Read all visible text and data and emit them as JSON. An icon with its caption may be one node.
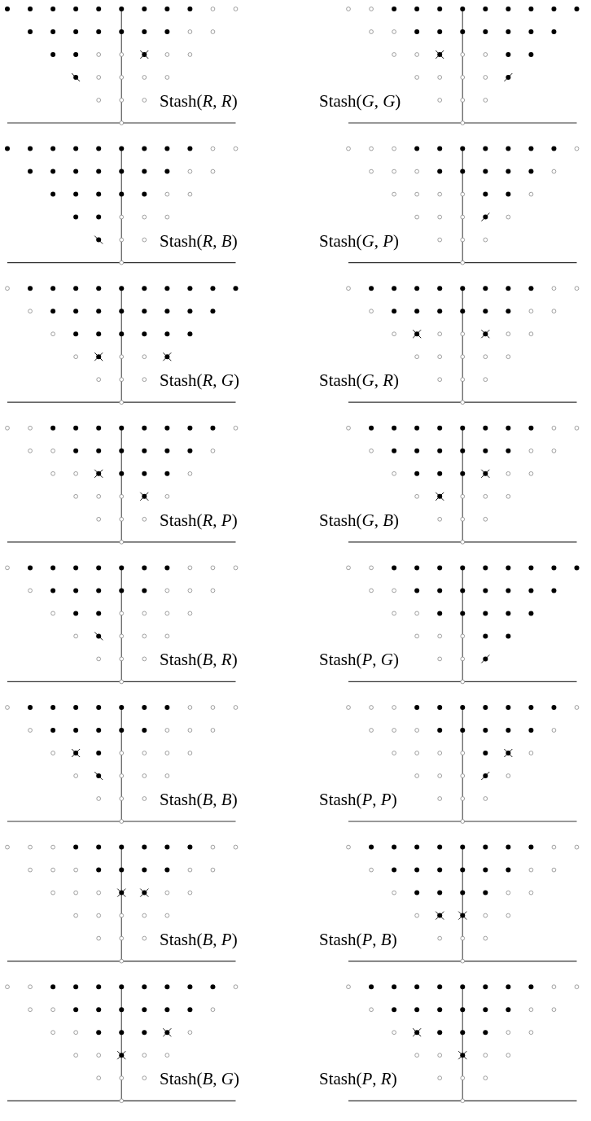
{
  "diagram": {
    "labels": [
      "Stash(*R*, *R*)",
      "Stash(*G*, *G*)",
      "Stash(*R*, *B*)",
      "Stash(*G*, *P*)",
      "Stash(*R*, *G*)",
      "Stash(*G*, *R*)",
      "Stash(*R*, *P*)",
      "Stash(*G*, *B*)",
      "Stash(*B*, *R*)",
      "Stash(*P*, *G*)",
      "Stash(*B*, *B*)",
      "Stash(*P*, *P*)",
      "Stash(*B*, *P*)",
      "Stash(*P*, *B*)",
      "Stash(*B*, *G*)",
      "Stash(*P*, *R*)"
    ]
  }
}
